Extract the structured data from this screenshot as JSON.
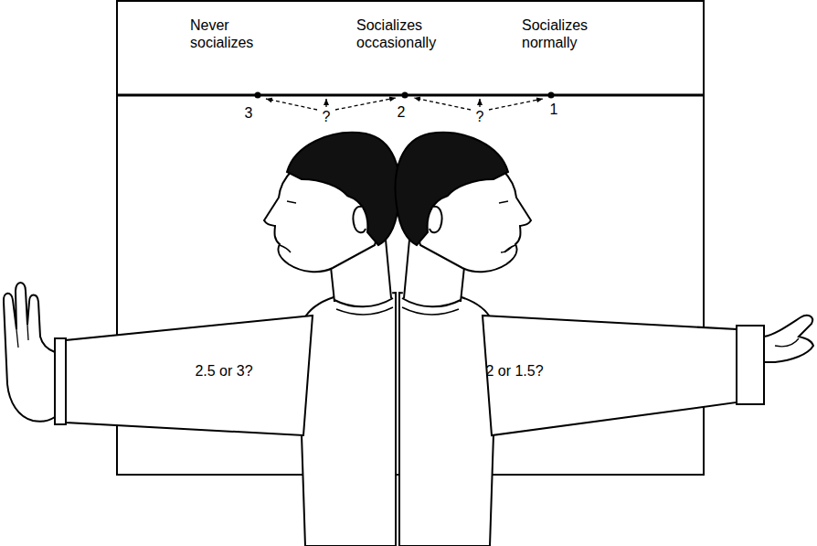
{
  "diagram": {
    "labels": [
      "Never socializes",
      "Socializes occasionally",
      "Socializes normally",
      "3",
      "?",
      "2",
      "?",
      "1",
      "2.5 or 3?",
      "2 or 1.5?"
    ]
  }
}
